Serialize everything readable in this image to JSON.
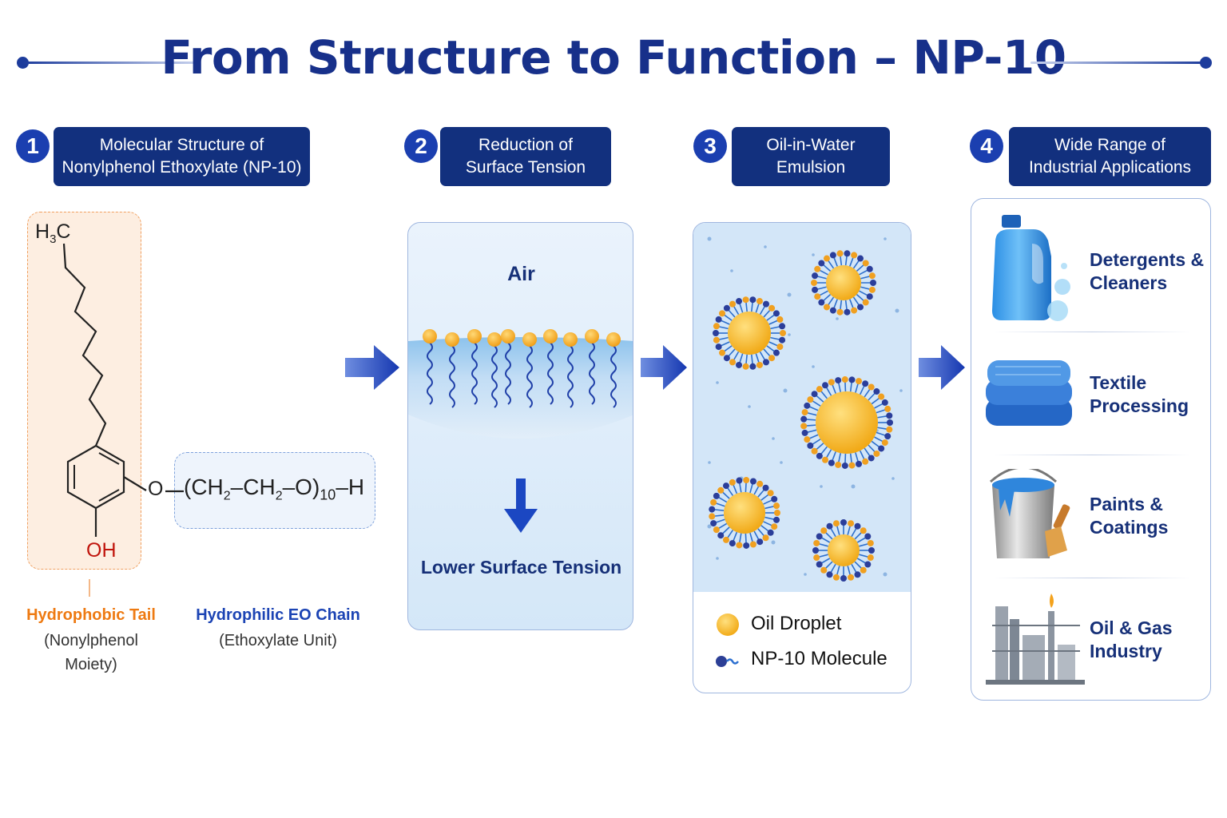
{
  "title": "From Structure to Function – NP-10",
  "steps": [
    {
      "num": "1",
      "label_line1": "Molecular Structure of",
      "label_line2": "Nonylphenol Ethoxylate (NP-10)"
    },
    {
      "num": "2",
      "label_line1": "Reduction of",
      "label_line2": "Surface Tension"
    },
    {
      "num": "3",
      "label_line1": "Oil-in-Water",
      "label_line2": "Emulsion"
    },
    {
      "num": "4",
      "label_line1": "Wide Range of",
      "label_line2": "Industrial Applications"
    }
  ],
  "structure": {
    "tail_formula_h": "H",
    "tail_formula_sub": "3",
    "tail_formula_c": "C",
    "oxygen": "O",
    "hydroxyl": "OH",
    "chain_formula": {
      "open": "(CH",
      "sub1": "2",
      "mid": "–CH",
      "sub2": "2",
      "end": "–O)",
      "repeat": "10",
      "terminal": "–H"
    },
    "hydrophobic_title": "Hydrophobic Tail",
    "hydrophobic_sub1": "(Nonylphenol",
    "hydrophobic_sub2": "Moiety)",
    "hydrophilic_title": "Hydrophilic EO Chain",
    "hydrophilic_sub": "(Ethoxylate Unit)"
  },
  "surface": {
    "air_label": "Air",
    "result_label": "Lower Surface Tension"
  },
  "emulsion": {
    "legend": [
      {
        "icon": "oil-droplet-icon",
        "label": "Oil Droplet"
      },
      {
        "icon": "np10-molecule-icon",
        "label": "NP-10 Molecule"
      }
    ]
  },
  "applications": [
    {
      "icon": "detergent-bottle-icon",
      "line1": "Detergents &",
      "line2": "Cleaners"
    },
    {
      "icon": "towels-icon",
      "line1": "Textile",
      "line2": "Processing"
    },
    {
      "icon": "paint-bucket-icon",
      "line1": "Paints &",
      "line2": "Coatings"
    },
    {
      "icon": "refinery-icon",
      "line1": "Oil & Gas",
      "line2": "Industry"
    }
  ],
  "colors": {
    "navy": "#12307e",
    "accent_blue": "#1b3fb0",
    "orange": "#ee7a12",
    "oil": "#f6b81c",
    "water": "#d3e6f8"
  }
}
